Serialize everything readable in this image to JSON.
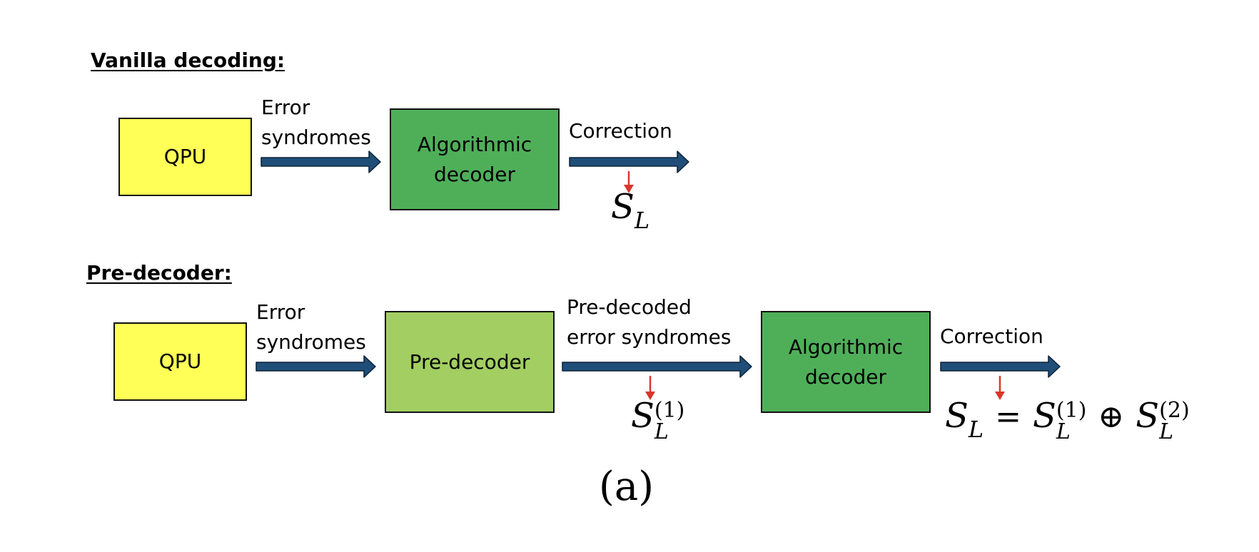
{
  "vanilla": {
    "title": "Vanilla decoding:",
    "qpu_label": "QPU",
    "edge1_line1": "Error",
    "edge1_line2": "syndromes",
    "decoder_line1": "Algorithmic",
    "decoder_line2": "decoder",
    "output_label": "Correction",
    "result_main": "S",
    "result_sub": "L"
  },
  "predecoder": {
    "title": "Pre-decoder:",
    "qpu_label": "QPU",
    "edge1_line1": "Error",
    "edge1_line2": "syndromes",
    "predecoder_label": "Pre-decoder",
    "edge2_line1": "Pre-decoded",
    "edge2_line2": "error syndromes",
    "decoder_line1": "Algorithmic",
    "decoder_line2": "decoder",
    "output_label": "Correction",
    "intermediate_main": "S",
    "intermediate_sub": "L",
    "intermediate_sup": "(1)",
    "result_lhs_main": "S",
    "result_lhs_sub": "L",
    "result_eq": "=",
    "result_t1_main": "S",
    "result_t1_sub": "L",
    "result_t1_sup": "(1)",
    "result_op": "⊕",
    "result_t2_main": "S",
    "result_t2_sub": "L",
    "result_t2_sup": "(2)"
  },
  "caption": "(a)",
  "colors": {
    "qpu": "#ffff57",
    "algorithmic_decoder": "#4faf59",
    "pre_decoder": "#a2ce62",
    "arrow": "#1f4e79",
    "marker": "#d9372a"
  }
}
